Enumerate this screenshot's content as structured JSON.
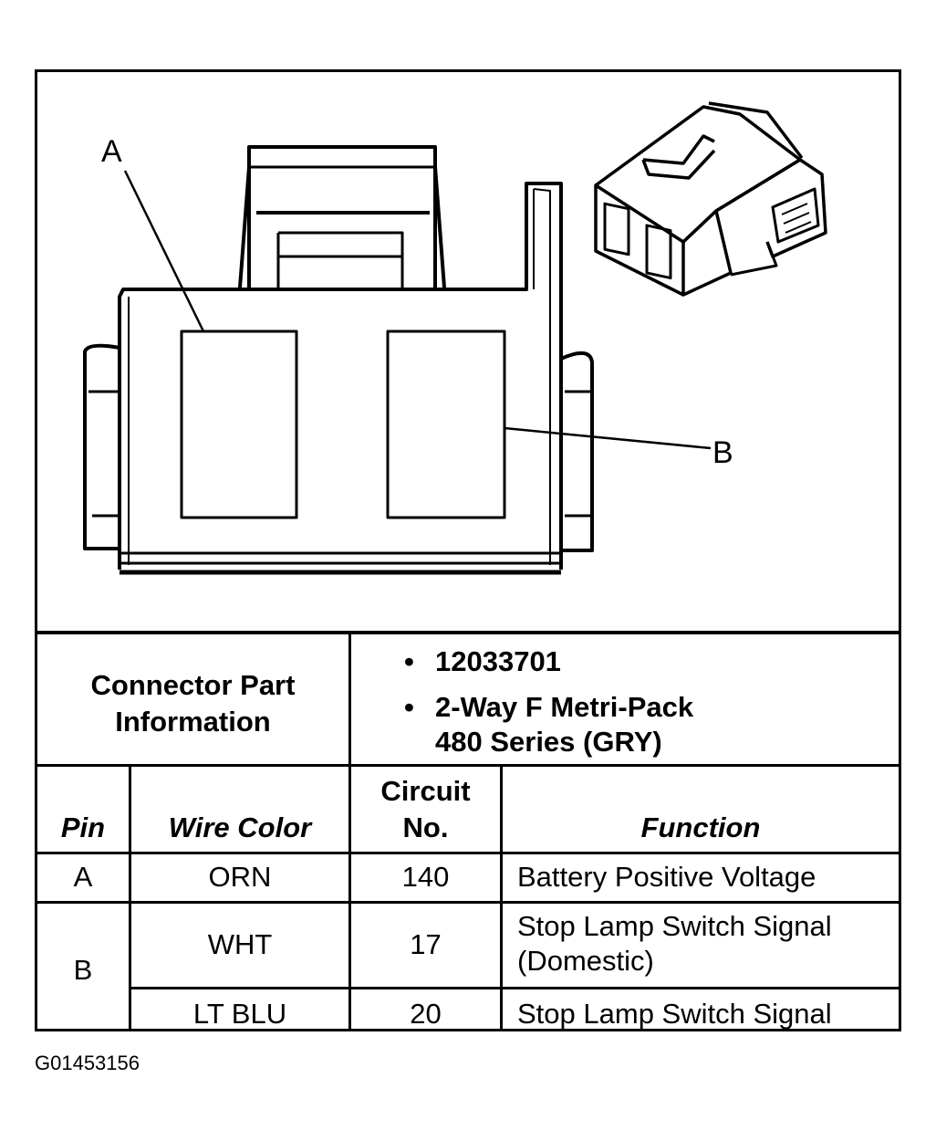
{
  "callouts": {
    "a": "A",
    "b": "B"
  },
  "part_info": {
    "label": "Connector Part Information",
    "bullet": "•",
    "items": [
      "12033701",
      "2-Way F Metri-Pack",
      "480 Series (GRY)"
    ]
  },
  "table": {
    "headers": {
      "pin": "Pin",
      "wire_color": "Wire Color",
      "circuit_line1": "Circuit",
      "circuit_line2": "No.",
      "function": "Function"
    },
    "rows": [
      {
        "pin": "A",
        "wire_color": "ORN",
        "circuit": "140",
        "function": "Battery Positive Voltage"
      },
      {
        "pin": "B",
        "wire_color": "WHT",
        "circuit": "17",
        "function_line1": "Stop Lamp Switch Signal",
        "function_line2": "(Domestic)"
      },
      {
        "pin": "",
        "wire_color": "LT BLU",
        "circuit": "20",
        "function": "Stop Lamp Switch Signal"
      }
    ]
  },
  "figure_id": "G01453156"
}
